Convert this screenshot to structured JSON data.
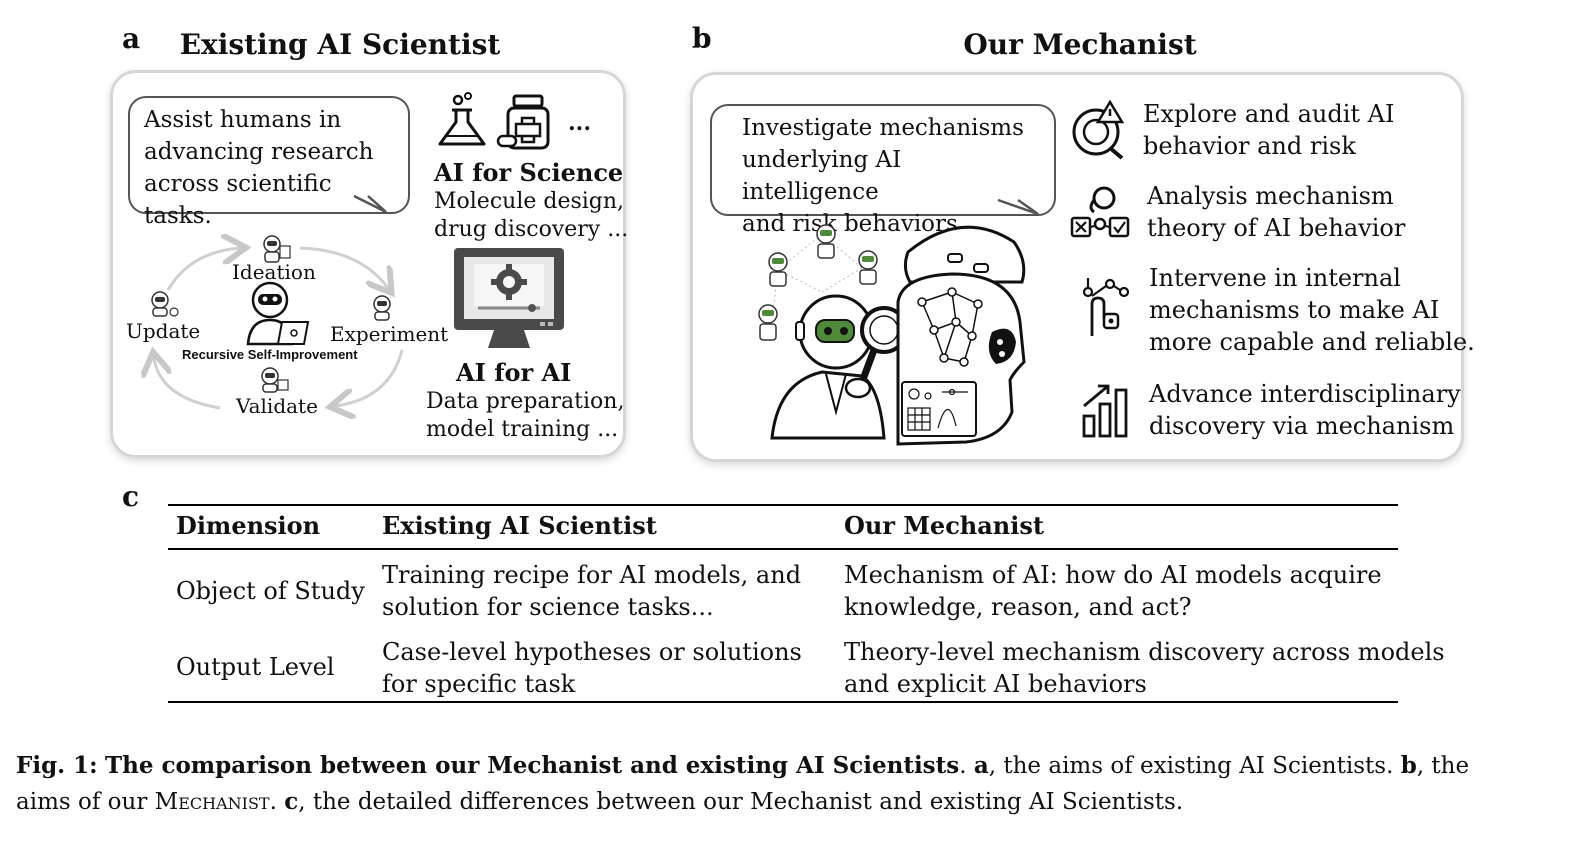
{
  "panel_a": {
    "letter": "a",
    "title": "Existing AI Scientist",
    "bubble_lines": [
      "Assist humans in",
      "advancing research",
      "across scientific tasks."
    ],
    "ellipsis": "...",
    "ai_for_science": {
      "heading": "AI for Science",
      "lines": [
        "Molecule design,",
        "drug discovery ..."
      ]
    },
    "ai_for_ai": {
      "heading": "AI for AI",
      "lines": [
        "Data preparation,",
        "model training ..."
      ]
    },
    "cycle": {
      "ideation": "Ideation",
      "experiment": "Experiment",
      "validate": "Validate",
      "update": "Update",
      "center": "Recursive Self-Improvement"
    }
  },
  "panel_b": {
    "letter": "b",
    "title": "Our Mechanist",
    "bubble_lines": [
      "Investigate mechanisms",
      "underlying AI intelligence",
      "and risk behaviors."
    ],
    "items": [
      {
        "icon": "audit-icon",
        "lines": [
          "Explore and audit AI",
          "behavior and risk"
        ]
      },
      {
        "icon": "mechanism-theory-icon",
        "lines": [
          "Analysis mechanism",
          "theory of AI behavior"
        ]
      },
      {
        "icon": "intervene-icon",
        "lines": [
          "Intervene in internal",
          "mechanisms to make AI",
          "more capable and reliable."
        ]
      },
      {
        "icon": "growth-chart-icon",
        "lines": [
          "Advance interdisciplinary",
          "discovery via mechanism"
        ]
      }
    ]
  },
  "panel_c": {
    "letter": "c",
    "headers": [
      "Dimension",
      "Existing AI Scientist",
      "Our Mechanist"
    ],
    "rows": [
      {
        "dimension": "Object of Study",
        "existing": [
          "Training recipe for AI models, and",
          "solution for science tasks..."
        ],
        "mechanist": [
          "Mechanism of AI: how do AI models acquire",
          "knowledge, reason, and act?"
        ]
      },
      {
        "dimension": "Output Level",
        "existing": [
          "Case-level hypotheses or solutions",
          "for specific task"
        ],
        "mechanist": [
          "Theory-level mechanism discovery across models",
          "and explicit AI behaviors"
        ]
      }
    ]
  },
  "caption": {
    "label": "Fig. 1:",
    "bold_title": "The comparison between our Mechanist and existing AI Scientists",
    "a_letter": "a",
    "a_text": ", the aims of existing AI Scientists. ",
    "b_letter": "b",
    "b_text_1": ", the",
    "b_text_2": "aims of our ",
    "mechanist_sc": "Mechanist",
    "c_letter": "c",
    "c_text": ", the detailed differences between our Mechanist and existing AI Scientists."
  }
}
